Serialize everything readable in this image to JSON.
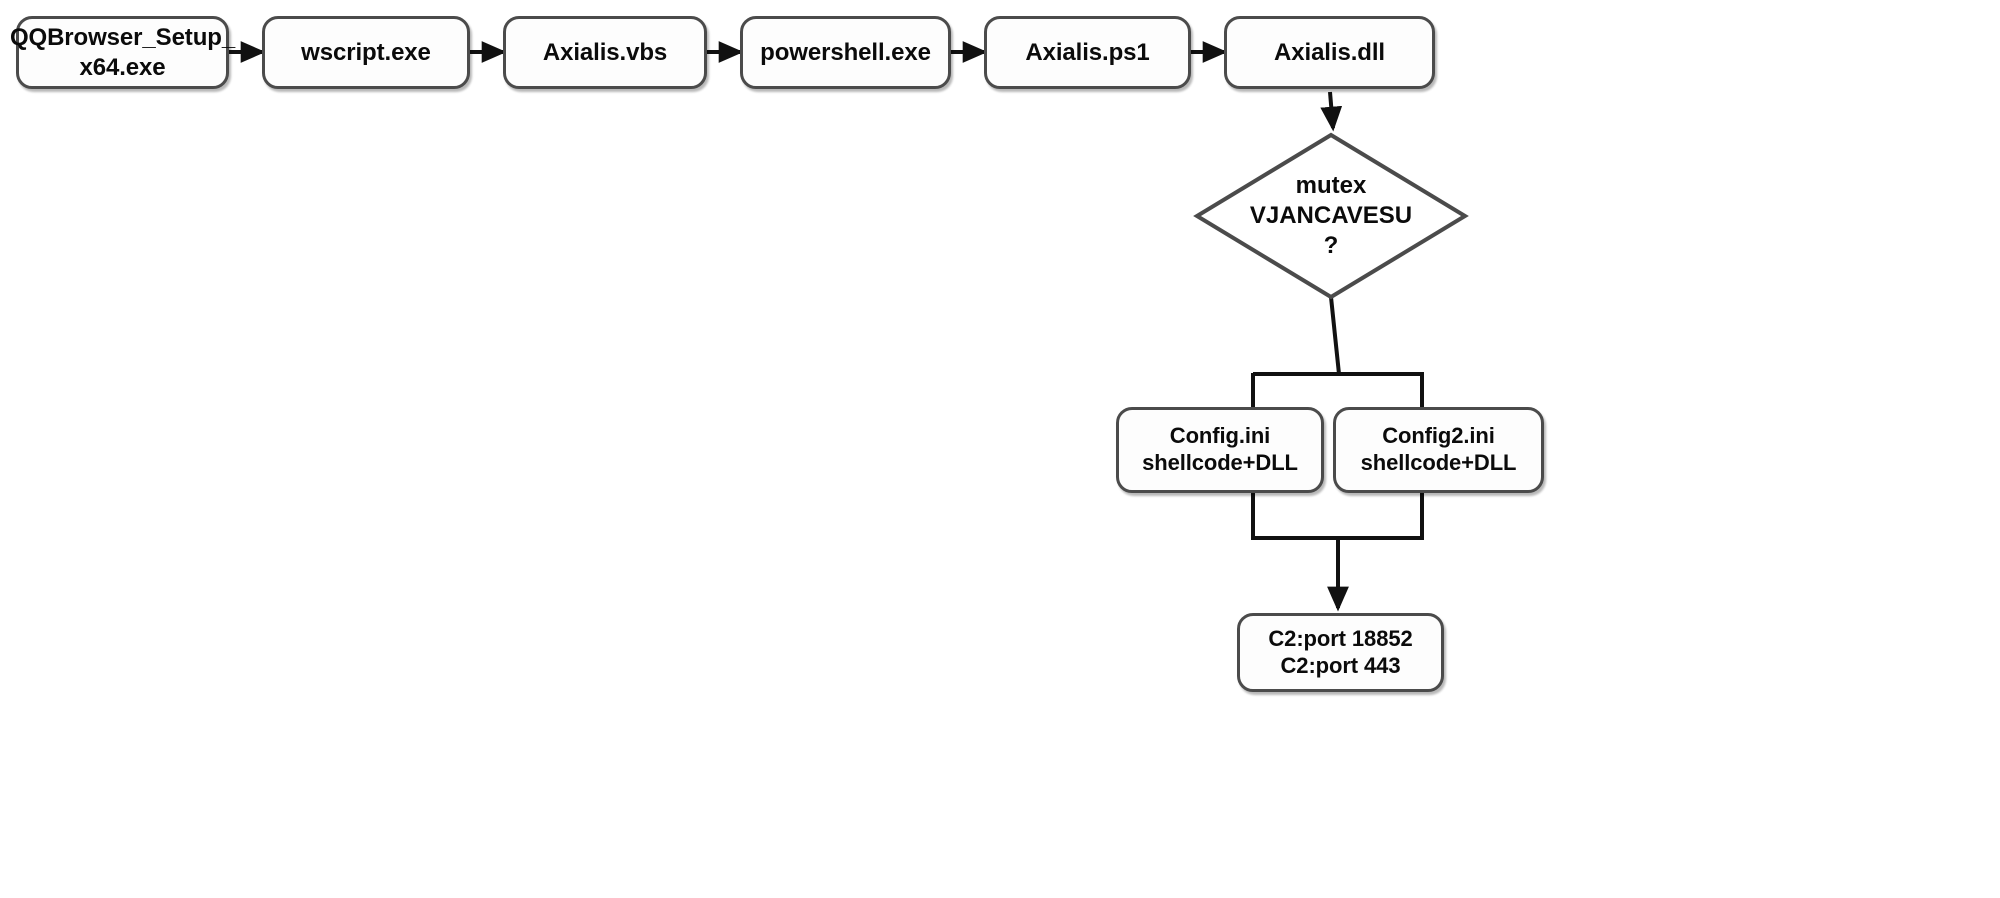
{
  "diagram": {
    "type": "flowchart",
    "title": "Malware execution chain flowchart",
    "style": {
      "background": "#ffffff",
      "node_fill": "#fdfdfd",
      "node_border": "#4b4b4b",
      "connector": "#111111",
      "text": "#0b0b0b"
    },
    "nodes": [
      {
        "id": "n1",
        "shape": "rounded-rect",
        "label": "QQBrowser_Setup_\nx64.exe"
      },
      {
        "id": "n2",
        "shape": "rounded-rect",
        "label": "wscript.exe"
      },
      {
        "id": "n3",
        "shape": "rounded-rect",
        "label": "Axialis.vbs"
      },
      {
        "id": "n4",
        "shape": "rounded-rect",
        "label": "powershell.exe"
      },
      {
        "id": "n5",
        "shape": "rounded-rect",
        "label": "Axialis.ps1"
      },
      {
        "id": "n6",
        "shape": "rounded-rect",
        "label": "Axialis.dll"
      },
      {
        "id": "d1",
        "shape": "diamond",
        "label": "mutex\nVJANCAVESU\n?"
      },
      {
        "id": "c1",
        "shape": "rounded-rect",
        "label": "Config.ini\nshellcode+DLL"
      },
      {
        "id": "c2",
        "shape": "rounded-rect",
        "label": "Config2.ini\nshellcode+DLL"
      },
      {
        "id": "t1",
        "shape": "rounded-rect",
        "label": "C2:port 18852\nC2:port 443"
      }
    ],
    "edges": [
      {
        "from": "n1",
        "to": "n2",
        "arrow": true
      },
      {
        "from": "n2",
        "to": "n3",
        "arrow": true
      },
      {
        "from": "n3",
        "to": "n4",
        "arrow": true
      },
      {
        "from": "n4",
        "to": "n5",
        "arrow": true
      },
      {
        "from": "n5",
        "to": "n6",
        "arrow": true
      },
      {
        "from": "n6",
        "to": "d1",
        "arrow": true
      },
      {
        "from": "d1",
        "to": "c1",
        "arrow": false
      },
      {
        "from": "d1",
        "to": "c2",
        "arrow": false
      },
      {
        "from": "c1",
        "to": "t1",
        "arrow": true
      },
      {
        "from": "c2",
        "to": "t1",
        "arrow": true
      }
    ]
  }
}
